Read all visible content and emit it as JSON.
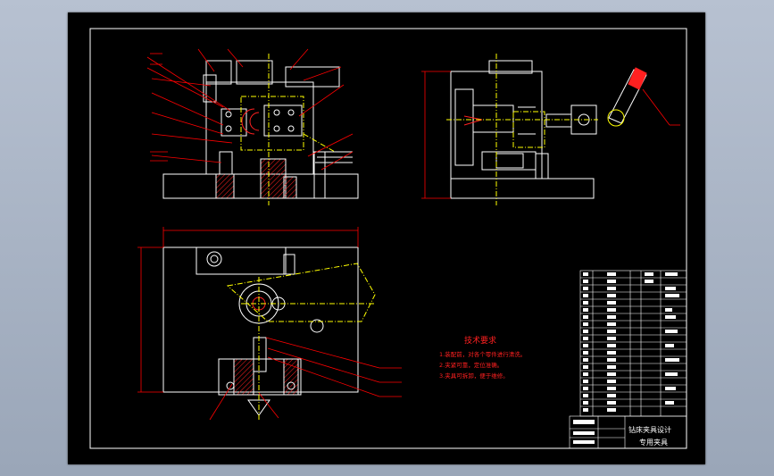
{
  "colors": {
    "viewport": "#aab4c4",
    "sheet": "#000000",
    "frame": "#ffffff",
    "outline": "#ffffff",
    "dimension": "#ff0000",
    "hatch": "#ff2020",
    "center": "#ffff00",
    "note": "#ff2020"
  },
  "notes": {
    "title": "技术要求",
    "line1": "1.装配前，对各个零件进行清洗。",
    "line2": "2.夹紧可靠，定位准确。",
    "line3": "3.夹具可拆卸，便于维修。"
  },
  "title_block": {
    "line1": "钻床夹具设计",
    "line2": "专用夹具"
  }
}
